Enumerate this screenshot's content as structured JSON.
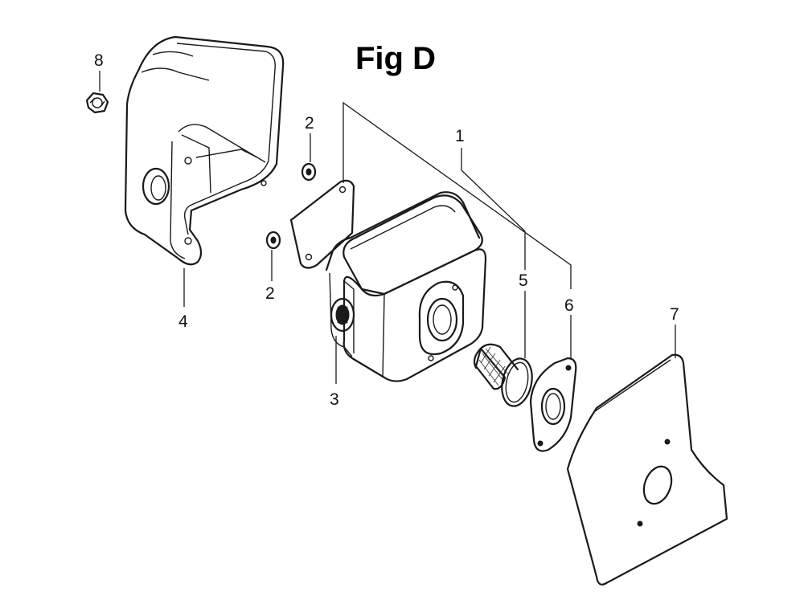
{
  "figure": {
    "title": "Fig D"
  },
  "callouts": [
    {
      "id": "c1",
      "label": "1"
    },
    {
      "id": "c2a",
      "label": "2"
    },
    {
      "id": "c2b",
      "label": "2"
    },
    {
      "id": "c3",
      "label": "3"
    },
    {
      "id": "c4",
      "label": "4"
    },
    {
      "id": "c5",
      "label": "5"
    },
    {
      "id": "c6",
      "label": "6"
    },
    {
      "id": "c7",
      "label": "7"
    },
    {
      "id": "c8",
      "label": "8"
    }
  ]
}
